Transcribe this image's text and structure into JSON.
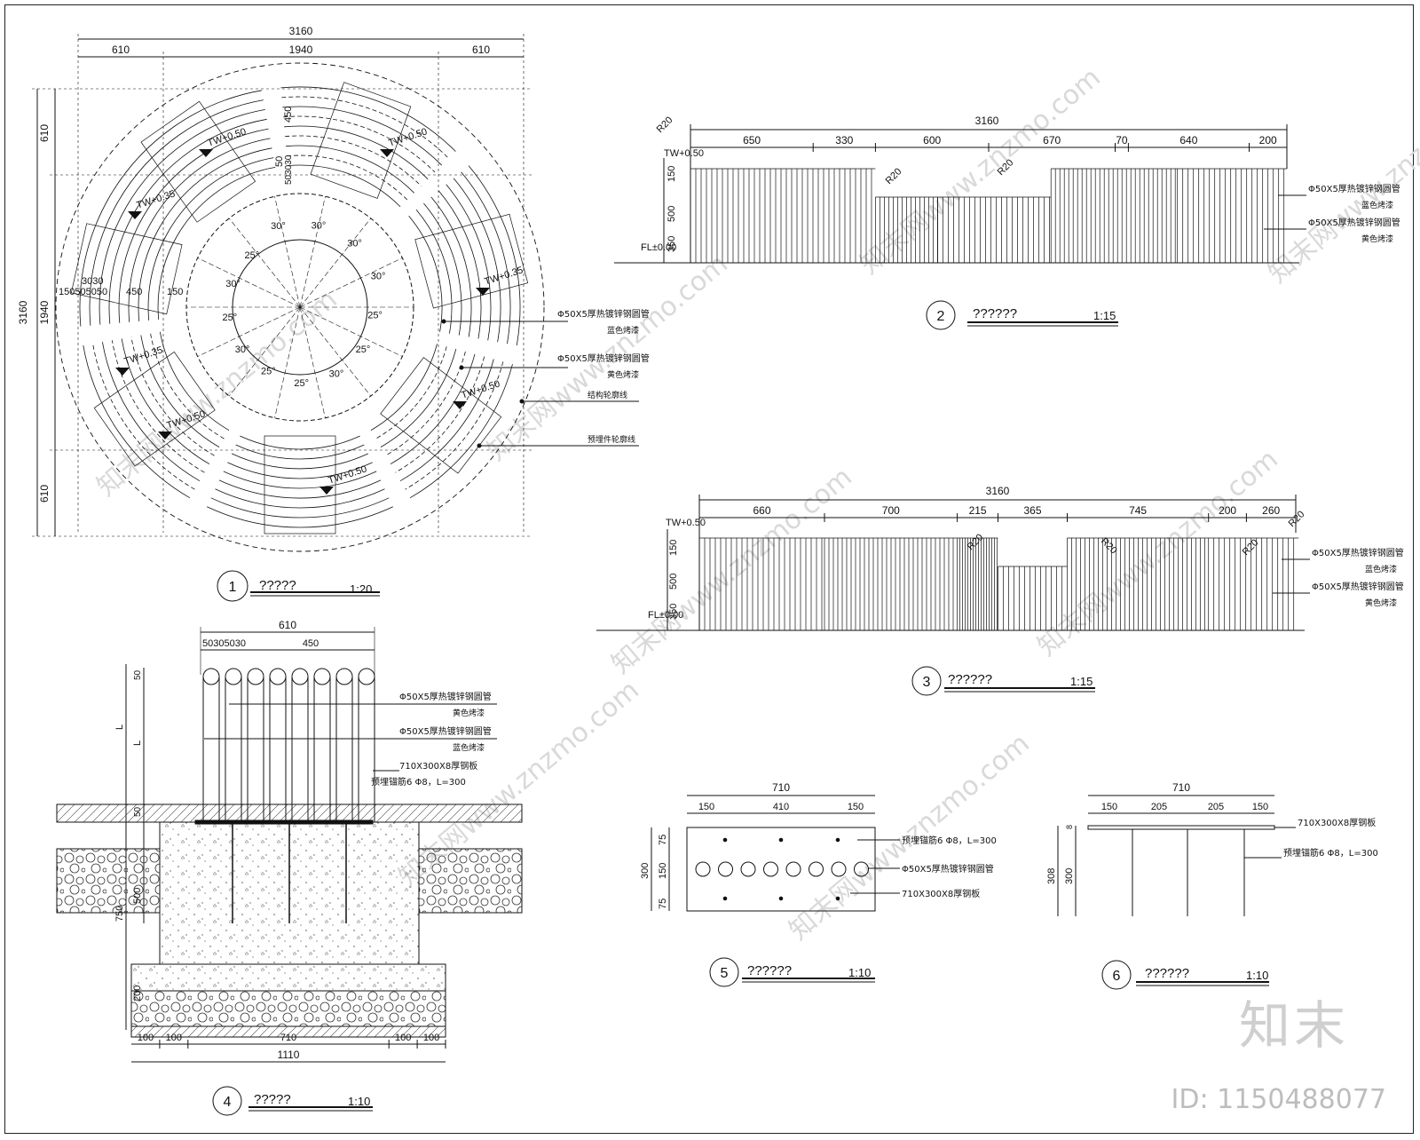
{
  "watermark_text": "知末网www.znzmo.com",
  "brand_logo": "知末",
  "image_id": "ID: 1150488077",
  "plan": {
    "dim_total": "3160",
    "dim_left": "610",
    "dim_mid": "1940",
    "dim_right": "610",
    "vdim_total": "3160",
    "vdim_top": "610",
    "vdim_mid": "1940",
    "vdim_bot": "610",
    "dim_seat_450": "450",
    "dim_seat_50": "50",
    "dim_seat_3030": "503030",
    "dim_row_3030": "3030",
    "dim_row_150505050": "150505050",
    "dim_row_450": "450",
    "dim_row_150": "150",
    "angles": [
      "30°",
      "30°",
      "30°",
      "30°",
      "25°",
      "25°",
      "30°",
      "25°",
      "25°",
      "30°",
      "25°",
      "30°",
      "25°"
    ],
    "tw_labels": [
      "TW+0.50",
      "TW+0.50",
      "TW+0.35",
      "TW+0.35",
      "TW+0.35",
      "TW+0.50",
      "TW+0.50",
      "TW+0.50"
    ],
    "note_blue_1": "Φ50X5厚热镀锌钢圆管",
    "note_blue_2": "蓝色烤漆",
    "note_yellow_1": "Φ50X5厚热镀锌钢圆管",
    "note_yellow_2": "黄色烤漆",
    "note_struct": "结构轮廓线",
    "note_embed": "预埋件轮廓线",
    "title_num": "1",
    "title_text": "?????",
    "title_scale": "1:20"
  },
  "elev2": {
    "dim_total": "3160",
    "dims": [
      "650",
      "330",
      "600",
      "670",
      "70",
      "640",
      "200"
    ],
    "r_labels": [
      "R20",
      "R20",
      "R20"
    ],
    "tw": "TW+0.50",
    "fl": "FL±0.00",
    "vdims": [
      "150",
      "500",
      "350"
    ],
    "note_blue_1": "Φ50X5厚热镀锌钢圆管",
    "note_blue_2": "蓝色烤漆",
    "note_yellow_1": "Φ50X5厚热镀锌钢圆管",
    "note_yellow_2": "黄色烤漆",
    "title_num": "2",
    "title_text": "??????",
    "title_scale": "1:15"
  },
  "elev3": {
    "dim_total": "3160",
    "dims": [
      "660",
      "700",
      "215",
      "365",
      "745",
      "200",
      "260"
    ],
    "r_labels": [
      "R20",
      "R20",
      "R20",
      "R20"
    ],
    "tw": "TW+0.50",
    "fl": "FL±0.00",
    "vdims": [
      "150",
      "500",
      "350"
    ],
    "note_blue_1": "Φ50X5厚热镀锌钢圆管",
    "note_blue_2": "蓝色烤漆",
    "note_yellow_1": "Φ50X5厚热镀锌钢圆管",
    "note_yellow_2": "黄色烤漆",
    "title_num": "3",
    "title_text": "??????",
    "title_scale": "1:15"
  },
  "section4": {
    "dim_total": "610",
    "dim_small": "50305030",
    "dim_450": "450",
    "vdims": [
      "50",
      "L",
      "L",
      "50",
      "500",
      "750",
      "200"
    ],
    "note_yellow_1": "Φ50X5厚热镀锌钢圆管",
    "note_yellow_2": "黄色烤漆",
    "note_blue_1": "Φ50X5厚热镀锌钢圆管",
    "note_blue_2": "蓝色烤漆",
    "note_plate": "710X300X8厚钢板",
    "note_anchor": "预埋锚筋6 Φ8，L=300",
    "bdims": [
      "100",
      "100",
      "710",
      "100",
      "100"
    ],
    "bdim_total": "1110",
    "title_num": "4",
    "title_text": "?????",
    "title_scale": "1:10"
  },
  "plate5": {
    "dim_total": "710",
    "dims": [
      "150",
      "410",
      "150"
    ],
    "vdims": [
      "75",
      "150",
      "75"
    ],
    "vdim_total": "300",
    "note_anchor": "预埋锚筋6 Φ8，L=300",
    "note_pipe": "Φ50X5厚热镀锌钢圆管",
    "note_plate": "710X300X8厚钢板",
    "title_num": "5",
    "title_text": "??????",
    "title_scale": "1:10"
  },
  "plate6": {
    "dim_total": "710",
    "dims": [
      "150",
      "205",
      "205",
      "150"
    ],
    "vdim_8": "8",
    "vdim_300": "300",
    "vdim_308": "308",
    "note_plate": "710X300X8厚钢板",
    "note_anchor": "预埋锚筋6 Φ8，L=300",
    "title_num": "6",
    "title_text": "??????",
    "title_scale": "1:10"
  }
}
